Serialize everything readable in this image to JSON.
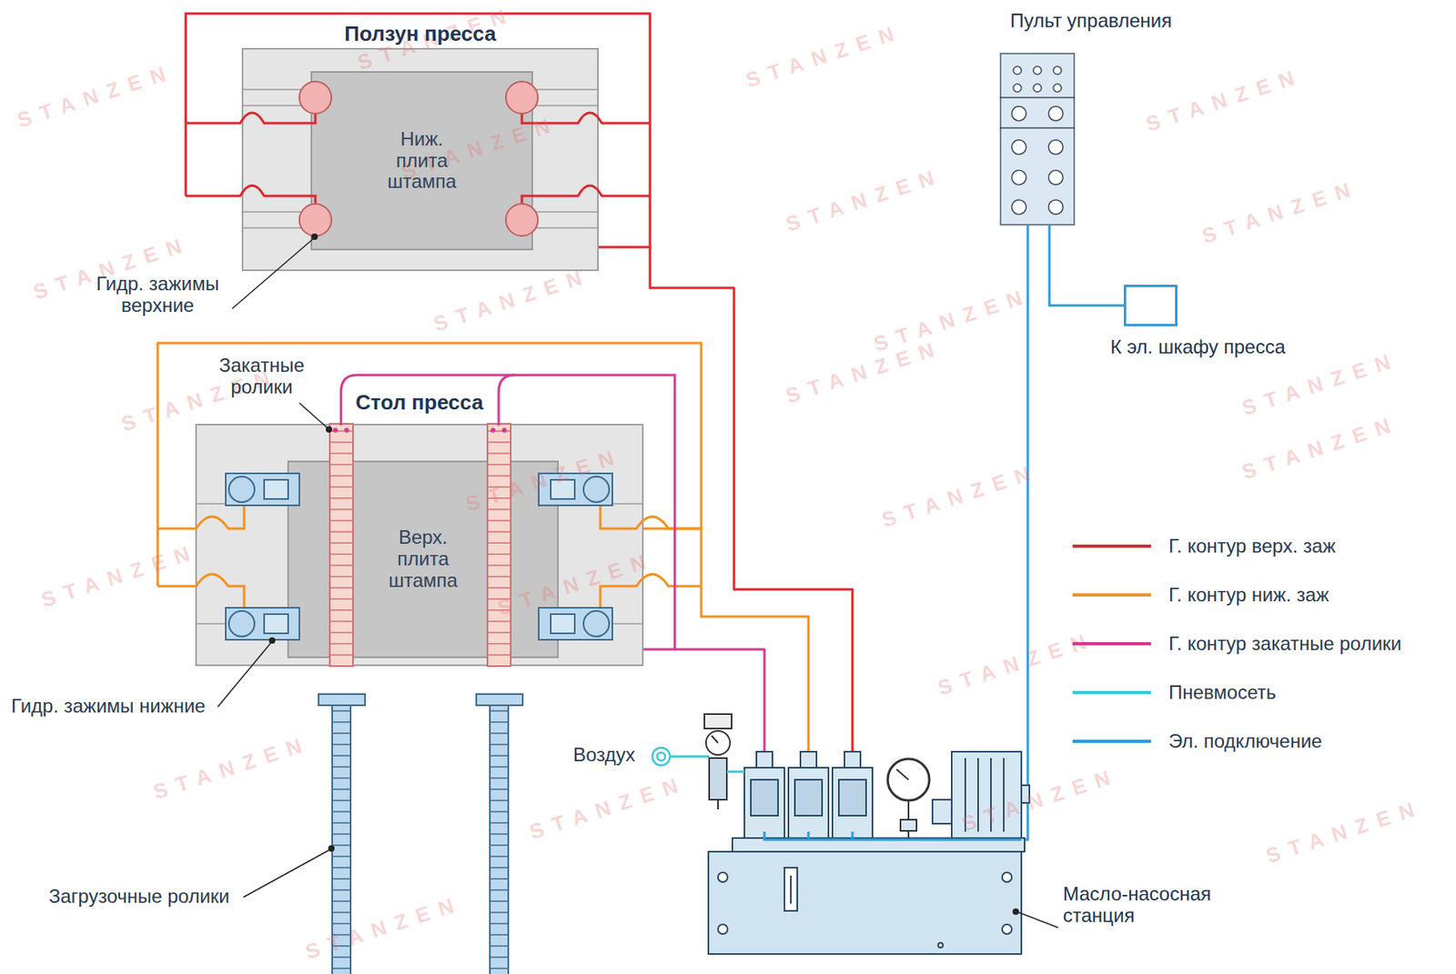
{
  "diagram": {
    "nodes": [
      {
        "text": [
          "Ползун пресса"
        ]
      },
      {
        "text": [
          "Ниж. плита штампа"
        ],
        "in": 0
      },
      {
        "text": [
          "Стол пресса"
        ]
      },
      {
        "text": [
          "Верх. плита штампа"
        ],
        "in": 2
      },
      {
        "text": [
          "Пульт управления"
        ]
      },
      {
        "text": [
          "К эл. шкафу пресса"
        ]
      },
      {
        "text": [
          "Масло-насосная станция"
        ]
      }
    ],
    "edges": [
      {
        "from": 0,
        "to": 6,
        "arrow": "none"
      },
      {
        "from": 2,
        "to": 6,
        "arrow": "none"
      },
      {
        "from": 2,
        "to": 6,
        "arrow": "none"
      },
      {
        "from": 4,
        "to": 5,
        "arrow": "none"
      },
      {
        "from": 4,
        "to": 6,
        "arrow": "none"
      }
    ],
    "labels": [
      "Гидр. зажимы верхние",
      "Закатные ролики",
      "Гидр. зажимы нижние",
      "Загрузочные ролики",
      "Воздух",
      "STANZEN",
      "STANZEN",
      "STANZEN",
      "STANZEN",
      "STANZEN",
      "STANZEN",
      "STANZEN",
      "STANZEN",
      "STANZEN",
      "STANZEN",
      "STANZEN",
      "STANZEN",
      "STANZEN",
      "STANZEN",
      "STANZEN",
      "STANZEN",
      "STANZEN",
      "STANZEN",
      "STANZEN",
      "STANZEN",
      "STANZEN",
      "STANZEN",
      "STANZEN",
      "STANZEN"
    ],
    "legend": [
      {
        "text": "Г. контур верх. заж",
        "color": "#e0262b"
      },
      {
        "text": "Г. контур ниж. заж",
        "color": "#f5901e"
      },
      {
        "text": "Г. контур закатные ролики",
        "color": "#d63a8f"
      },
      {
        "text": "Пневмосеть",
        "color": "#3cc8d8"
      },
      {
        "text": "Эл. подключение",
        "color": "#2f9bdc"
      }
    ]
  }
}
